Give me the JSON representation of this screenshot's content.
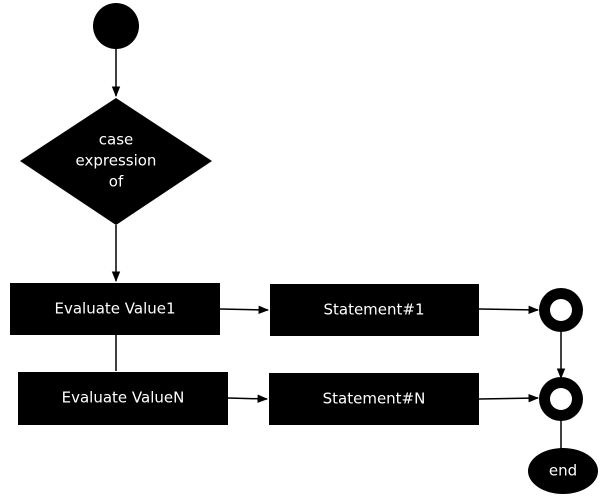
{
  "diagram": {
    "decision": {
      "line1": "case",
      "line2": "expression",
      "line3": "of"
    },
    "evaluate_value1": "Evaluate Value1",
    "evaluate_valuen": "Evaluate ValueN",
    "statement1": "Statement#1",
    "statementn": "Statement#N",
    "end_label": "end"
  },
  "colors": {
    "node_fill": "#000000",
    "text": "#ffffff",
    "background": "#ffffff"
  }
}
